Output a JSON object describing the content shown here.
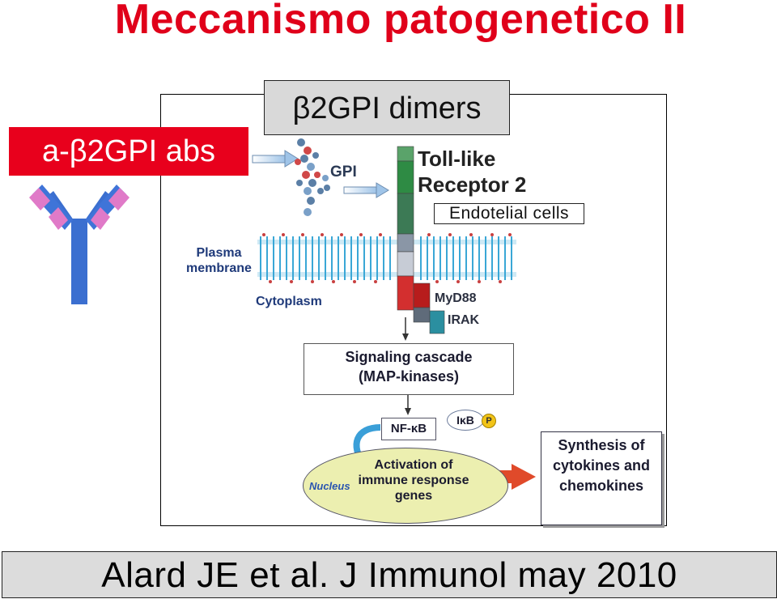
{
  "slide": {
    "title": "Meccanismo patogenetico II",
    "dimers_label": "β2GPI dimers",
    "antibody_label": "a-β2GPI abs",
    "citation": "Alard JE et al. J Immunol may 2010"
  },
  "diagram": {
    "receptor_label_line1": "Toll-like",
    "receptor_label_line2": "Receptor 2",
    "gpi_label": "GPI",
    "cell_type_label": "Endotelial cells",
    "plasma_membrane_line1": "Plasma",
    "plasma_membrane_line2": "membrane",
    "cytoplasm_label": "Cytoplasm",
    "myd88_label": "MyD88",
    "irak_label": "IRAK",
    "cascade_line1": "Signaling cascade",
    "cascade_line2": "(MAP-kinases)",
    "nfkb_label": "NF-κB",
    "ikb_label": "IκB",
    "phospho_label": "P",
    "nucleus_label": "Nucleus",
    "activation_text": "Activation of immune response genes",
    "synthesis_text": "Synthesis of cytokines and chemokines"
  },
  "colors": {
    "title": "#e0001a",
    "antibody_box": "#e8001c",
    "tlr_green": "#2e8b44",
    "tlr_red": "#d32f2f",
    "membrane_blue": "#3aa7d6",
    "antibody_blue": "#3b6fd0",
    "antibody_pink": "#e07ac8",
    "arrow_red": "#e04a2a"
  }
}
